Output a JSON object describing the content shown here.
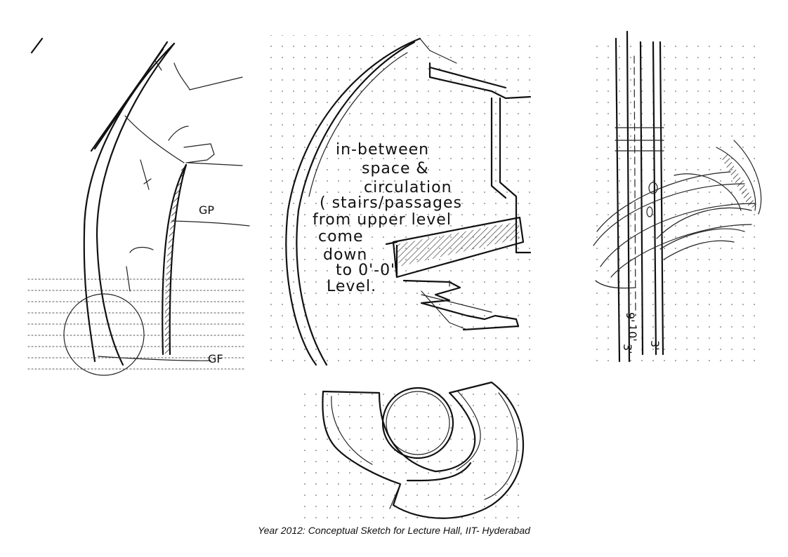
{
  "caption": "Year 2012: Conceptual Sketch for Lecture Hall, IIT- Hyderabad",
  "sketch_notes": {
    "line1": "in-between",
    "line2": "space &",
    "line3": "circulation",
    "line4": "( stairs/passages",
    "line5": "from upper level",
    "line6": "come",
    "line7": "down",
    "line8": "to 0'-0\"",
    "line9": "Level."
  },
  "section_labels": {
    "upper": "GP",
    "lower": "GF"
  },
  "dimension_labels": {
    "a": "9'",
    "b": "10'",
    "c": "3'",
    "d": "3'"
  }
}
